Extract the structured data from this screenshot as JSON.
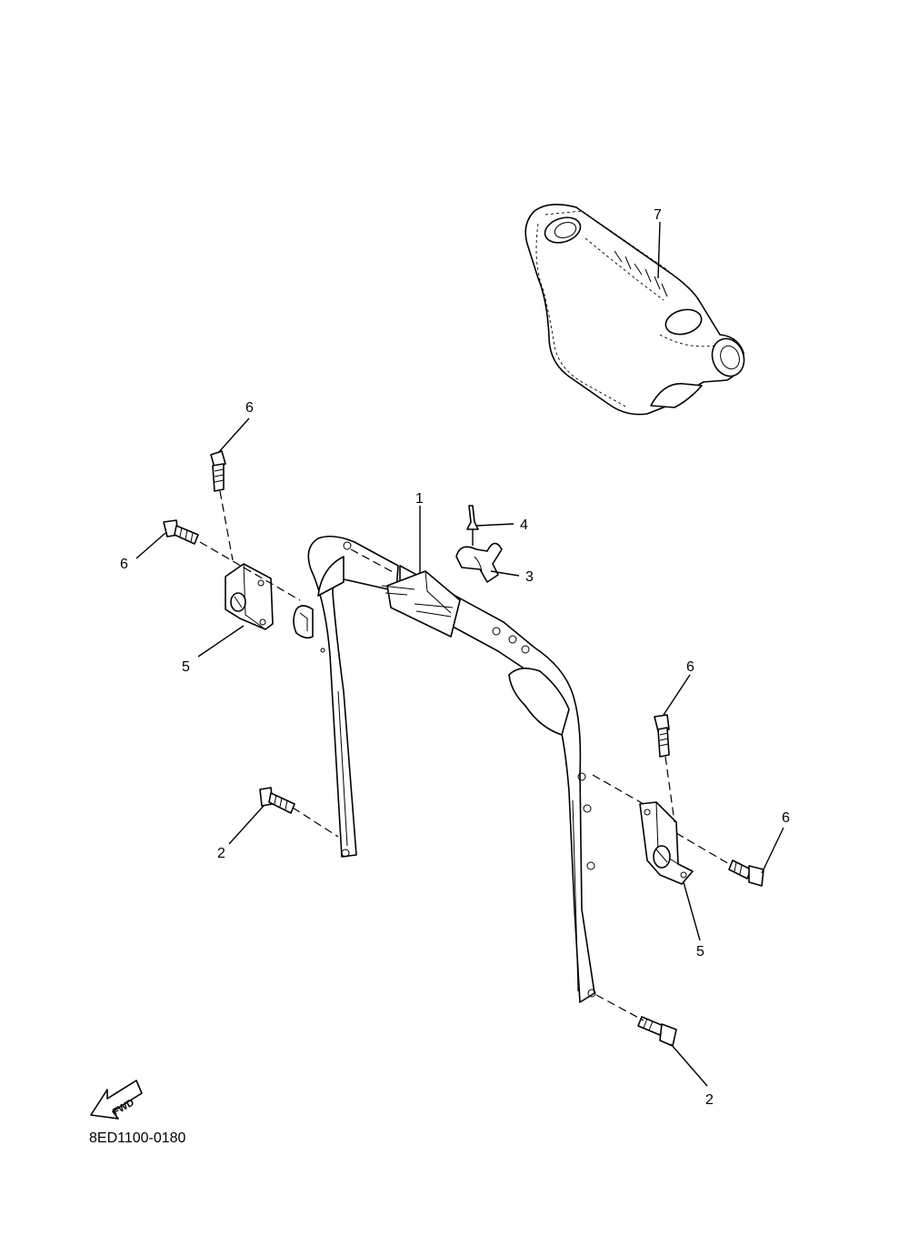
{
  "callouts": {
    "c1": "1",
    "c2a": "2",
    "c2b": "2",
    "c3": "3",
    "c4": "4",
    "c5a": "5",
    "c5b": "5",
    "c6a": "6",
    "c6b": "6",
    "c6c": "6",
    "c6d": "6",
    "c7": "7"
  },
  "fwd_label": "FWD",
  "diagram_code": "8ED1100-0180"
}
